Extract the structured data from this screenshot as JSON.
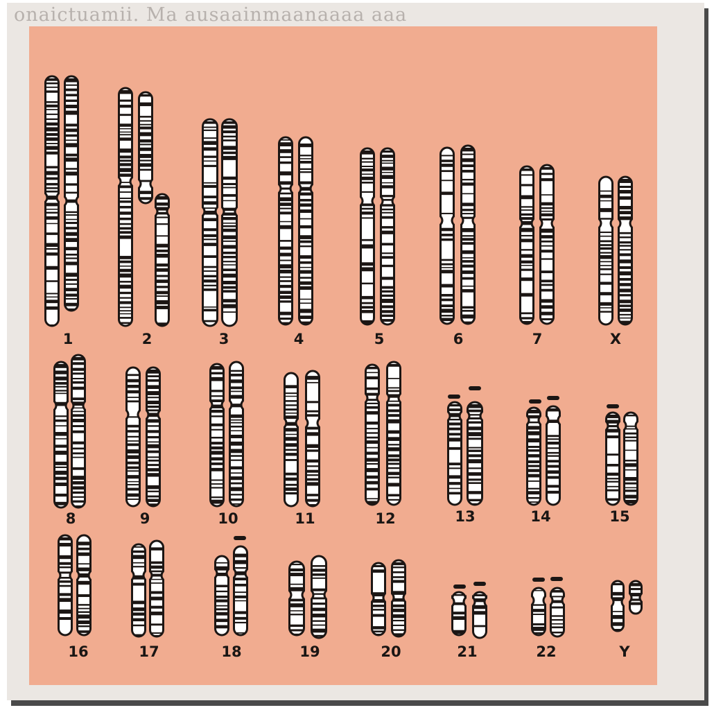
{
  "figure": {
    "type": "human karyotype diagram",
    "plate_color": "#f1a98d",
    "chromosome_outline_color": "#1c1614",
    "band_color": "#1c1614",
    "light_color": "#ffffff"
  },
  "labels": {
    "c1": "1",
    "c2": "2",
    "c3": "3",
    "c4": "4",
    "c5": "5",
    "c6": "6",
    "c7": "7",
    "cx": "X",
    "c8": "8",
    "c9": "9",
    "c10": "10",
    "c11": "11",
    "c12": "12",
    "c13": "13",
    "c14": "14",
    "c15": "15",
    "c16": "16",
    "c17": "17",
    "c18": "18",
    "c19": "19",
    "c20": "20",
    "c21": "21",
    "c22": "22",
    "cy": "Y"
  },
  "page_text": "onaictuamii. Ma ausaainmaanaaaa aaa\n"
}
